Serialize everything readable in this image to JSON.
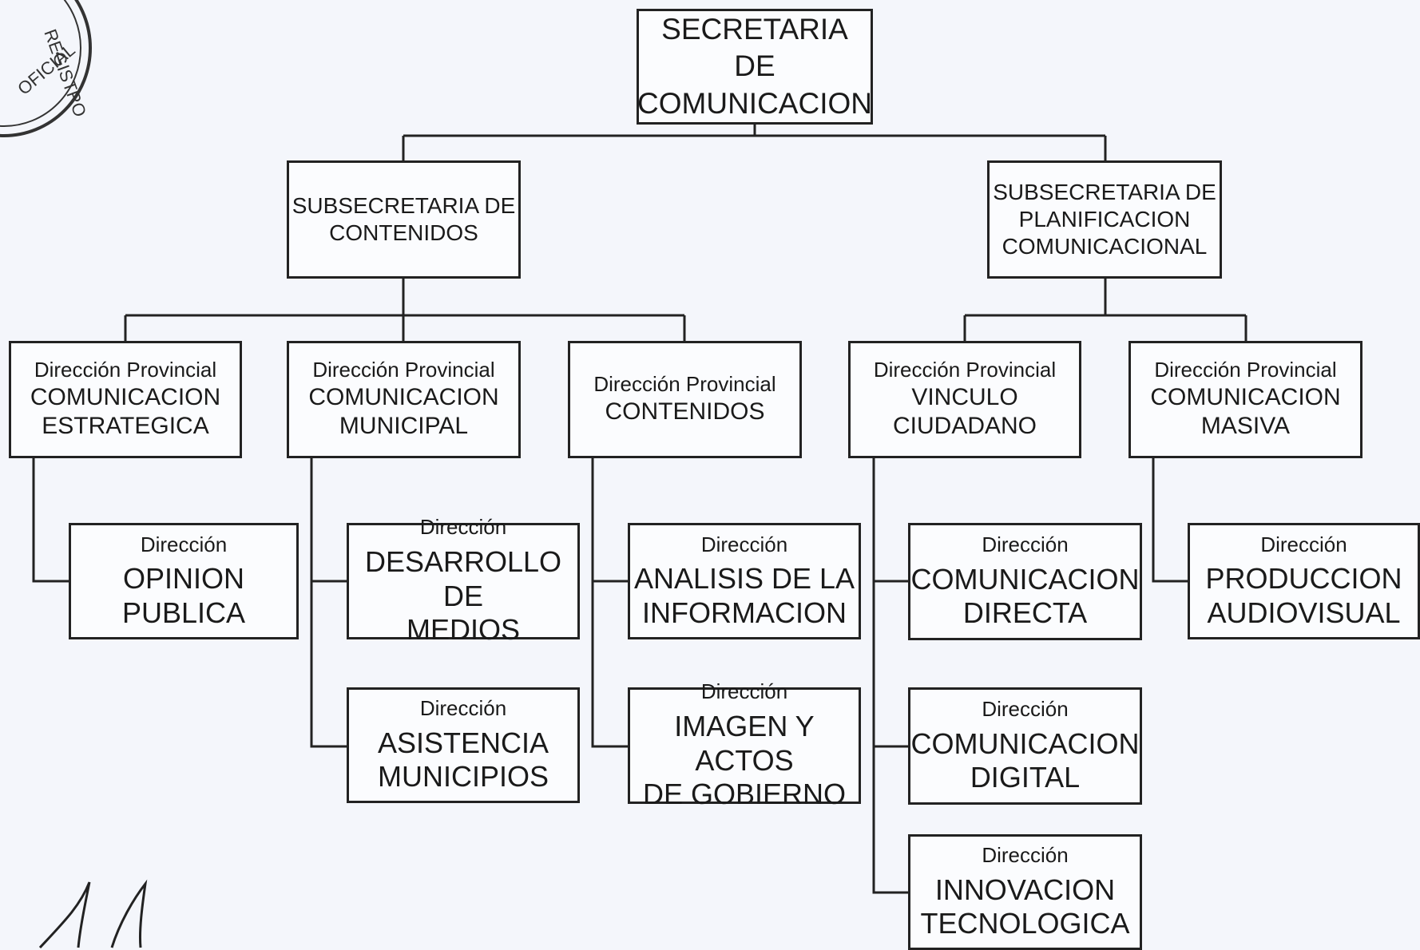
{
  "seal_text": "REGISTRO OFICIAL",
  "root": {
    "line1": "SECRETARIA DE",
    "line2": "COMUNICACION"
  },
  "sub_contenidos": {
    "line1": "SUBSECRETARIA DE",
    "line2": "CONTENIDOS"
  },
  "sub_planificacion": {
    "line1": "SUBSECRETARIA DE",
    "line2": "PLANIFICACION",
    "line3": "COMUNICACIONAL"
  },
  "prov": [
    {
      "title": "Dirección Provincial",
      "line1": "COMUNICACION",
      "line2": "ESTRATEGICA"
    },
    {
      "title": "Dirección Provincial",
      "line1": "COMUNICACION",
      "line2": "MUNICIPAL"
    },
    {
      "title": "Dirección Provincial",
      "line1": "CONTENIDOS"
    },
    {
      "title": "Dirección Provincial",
      "line1": "VINCULO",
      "line2": "CIUDADANO"
    },
    {
      "title": "Dirección Provincial",
      "line1": "COMUNICACION",
      "line2": "MASIVA"
    }
  ],
  "dir": [
    {
      "title": "Dirección",
      "line1": "OPINION",
      "line2": "PUBLICA"
    },
    {
      "title": "Dirección",
      "line1": "DESARROLLO DE",
      "line2": "MEDIOS"
    },
    {
      "title": "Dirección",
      "line1": "ASISTENCIA",
      "line2": "MUNICIPIOS"
    },
    {
      "title": "Dirección",
      "line1": "ANALISIS DE LA",
      "line2": "INFORMACION"
    },
    {
      "title": "Dirección",
      "line1": "IMAGEN Y ACTOS",
      "line2": "DE GOBIERNO"
    },
    {
      "title": "Dirección",
      "line1": "COMUNICACION",
      "line2": "DIRECTA"
    },
    {
      "title": "Dirección",
      "line1": "COMUNICACION",
      "line2": "DIGITAL"
    },
    {
      "title": "Dirección",
      "line1": "INNOVACION",
      "line2": "TECNOLOGICA"
    },
    {
      "title": "Dirección",
      "line1": "PRODUCCION",
      "line2": "AUDIOVISUAL"
    }
  ]
}
